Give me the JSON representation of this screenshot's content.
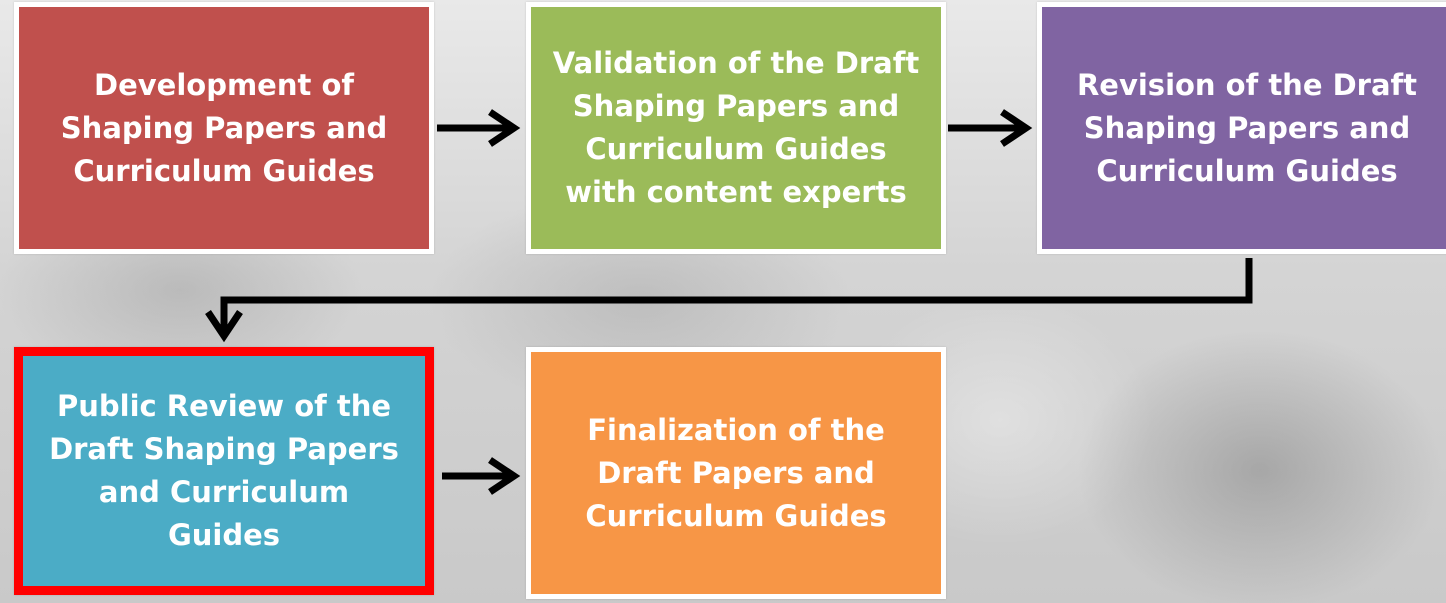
{
  "steps": [
    {
      "label": "Development of Shaping Papers and Curriculum Guides",
      "color": "#c0504d"
    },
    {
      "label": "Validation of the Draft Shaping Papers and Curriculum Guides with content experts",
      "color": "#9bbb59"
    },
    {
      "label": "Revision of the Draft Shaping Papers and Curriculum Guides",
      "color": "#8064a2"
    },
    {
      "label": "Public Review of the Draft Shaping Papers and Curriculum Guides",
      "color": "#4bacc6",
      "highlighted": true,
      "highlight_color": "#ff0000"
    },
    {
      "label": "Finalization of the Draft Papers and Curriculum Guides",
      "color": "#f79646"
    }
  ]
}
